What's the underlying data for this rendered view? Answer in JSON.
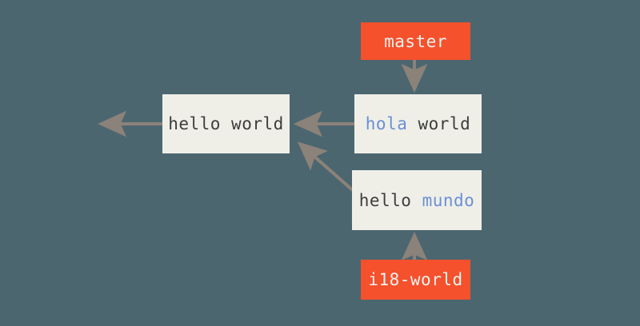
{
  "diagram": {
    "title": "git branching diagram",
    "background_color": "#4c6670",
    "commit_color": "#efefe8",
    "commit_text_color": "#3d3d3d",
    "branch_color": "#f4512c",
    "branch_text_color": "#f2f2ef",
    "highlight_color": "#6b8fd4",
    "edge_color": "#8b8279"
  },
  "nodes": {
    "master_label": {
      "text": "master",
      "kind": "branch-label"
    },
    "base_commit": {
      "text": "hello world",
      "prefix": "hello world",
      "highlight": "",
      "suffix": "",
      "kind": "commit"
    },
    "hola_commit": {
      "text": "hola world",
      "prefix": "",
      "highlight": "hola",
      "suffix": " world",
      "kind": "commit"
    },
    "mundo_commit": {
      "text": "hello mundo",
      "prefix": "hello ",
      "highlight": "mundo",
      "suffix": "",
      "kind": "commit"
    },
    "i18_label": {
      "text": "i18-world",
      "kind": "branch-label"
    }
  },
  "edges": [
    {
      "name": "base-to-history",
      "from": "base_commit",
      "to": "history",
      "style": "solid"
    },
    {
      "name": "hola-to-base",
      "from": "hola_commit",
      "to": "base_commit",
      "style": "solid"
    },
    {
      "name": "mundo-to-base",
      "from": "mundo_commit",
      "to": "base_commit",
      "style": "solid"
    },
    {
      "name": "master-to-hola",
      "from": "master_label",
      "to": "hola_commit",
      "style": "solid"
    },
    {
      "name": "i18-to-mundo",
      "from": "i18_label",
      "to": "mundo_commit",
      "style": "solid"
    }
  ]
}
